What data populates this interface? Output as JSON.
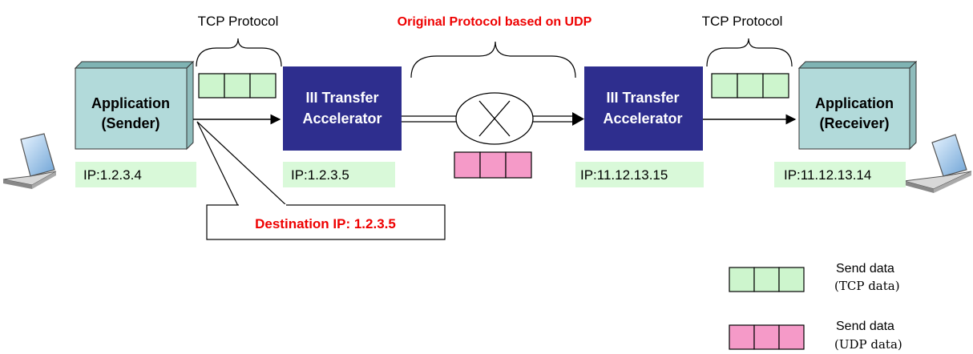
{
  "top_labels": {
    "left": "TCP Protocol",
    "middle": "Original Protocol based on UDP",
    "right": "TCP Protocol"
  },
  "nodes": {
    "sender": {
      "line1": "Application",
      "line2": "(Sender)",
      "ip": "IP:1.2.3.4"
    },
    "accel_left": {
      "line1": "III Transfer",
      "line2": "Accelerator",
      "ip": "IP:1.2.3.5"
    },
    "accel_right": {
      "line1": "III Transfer",
      "line2": "Accelerator",
      "ip": "IP:11.12.13.15"
    },
    "receiver": {
      "line1": "Application",
      "line2": "(Receiver)",
      "ip": "IP:11.12.13.14"
    }
  },
  "callout": {
    "text": "Destination IP: 1.2.3.5"
  },
  "legend": {
    "tcp": {
      "line1": "Send data",
      "line2": "(TCP data)"
    },
    "udp": {
      "line1": "Send data",
      "line2": "(UDP data)"
    }
  },
  "colors": {
    "accelerator": "#2e2e8e",
    "app_face": "#b2dada",
    "app_side": "#8fbcbc",
    "ip_bg": "#d9f9d9",
    "tcp_packet": "#cdf5cd",
    "udp_packet": "#f59ac8",
    "highlight_text": "#ee0000"
  }
}
